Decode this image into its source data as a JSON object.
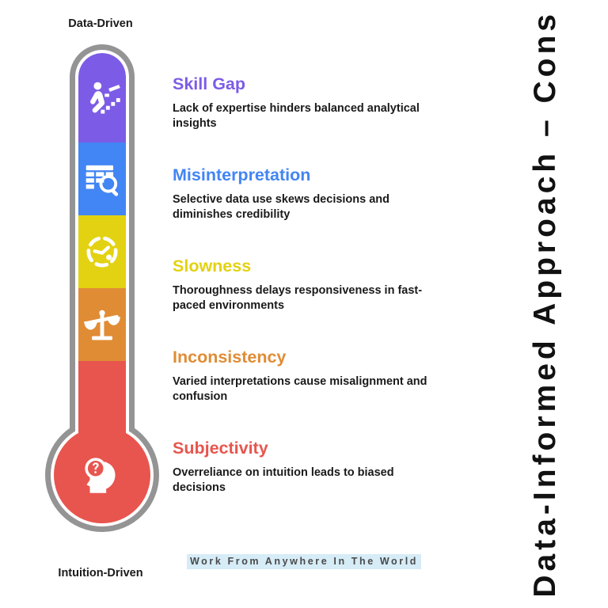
{
  "title_vertical": "Data-Informed Approach – Cons",
  "scale": {
    "top_label": "Data-Driven",
    "bottom_label": "Intuition-Driven"
  },
  "footer_note": "Work From Anywhere In The World",
  "colors": {
    "segment_purple": "#7C5CE6",
    "segment_blue": "#4285F4",
    "segment_yellow": "#E3D211",
    "segment_orange": "#E08C35",
    "segment_red": "#E8554E",
    "casing_gray": "#949494",
    "background": "#FFFFFF",
    "body_text": "#1A1A1A",
    "footer_highlight": "#D6ECF7"
  },
  "items": [
    {
      "title": "Skill Gap",
      "description": "Lack of expertise hinders balanced analytical insights",
      "color": "#7C5CE6",
      "icon": "person-climbing-stairs-icon"
    },
    {
      "title": "Misinterpretation",
      "description": "Selective data use skews decisions and diminishes credibility",
      "color": "#4285F4",
      "icon": "table-magnifier-icon"
    },
    {
      "title": "Slowness",
      "description": "Thoroughness delays responsiveness in fast-paced environments",
      "color": "#E3D211",
      "icon": "dashed-clock-icon"
    },
    {
      "title": "Inconsistency",
      "description": "Varied interpretations cause misalignment and confusion",
      "color": "#E08C35",
      "icon": "unbalanced-scales-icon"
    },
    {
      "title": "Subjectivity",
      "description": "Overreliance on intuition leads to biased decisions",
      "color": "#E8554E",
      "icon": "head-question-magnifier-icon"
    }
  ]
}
